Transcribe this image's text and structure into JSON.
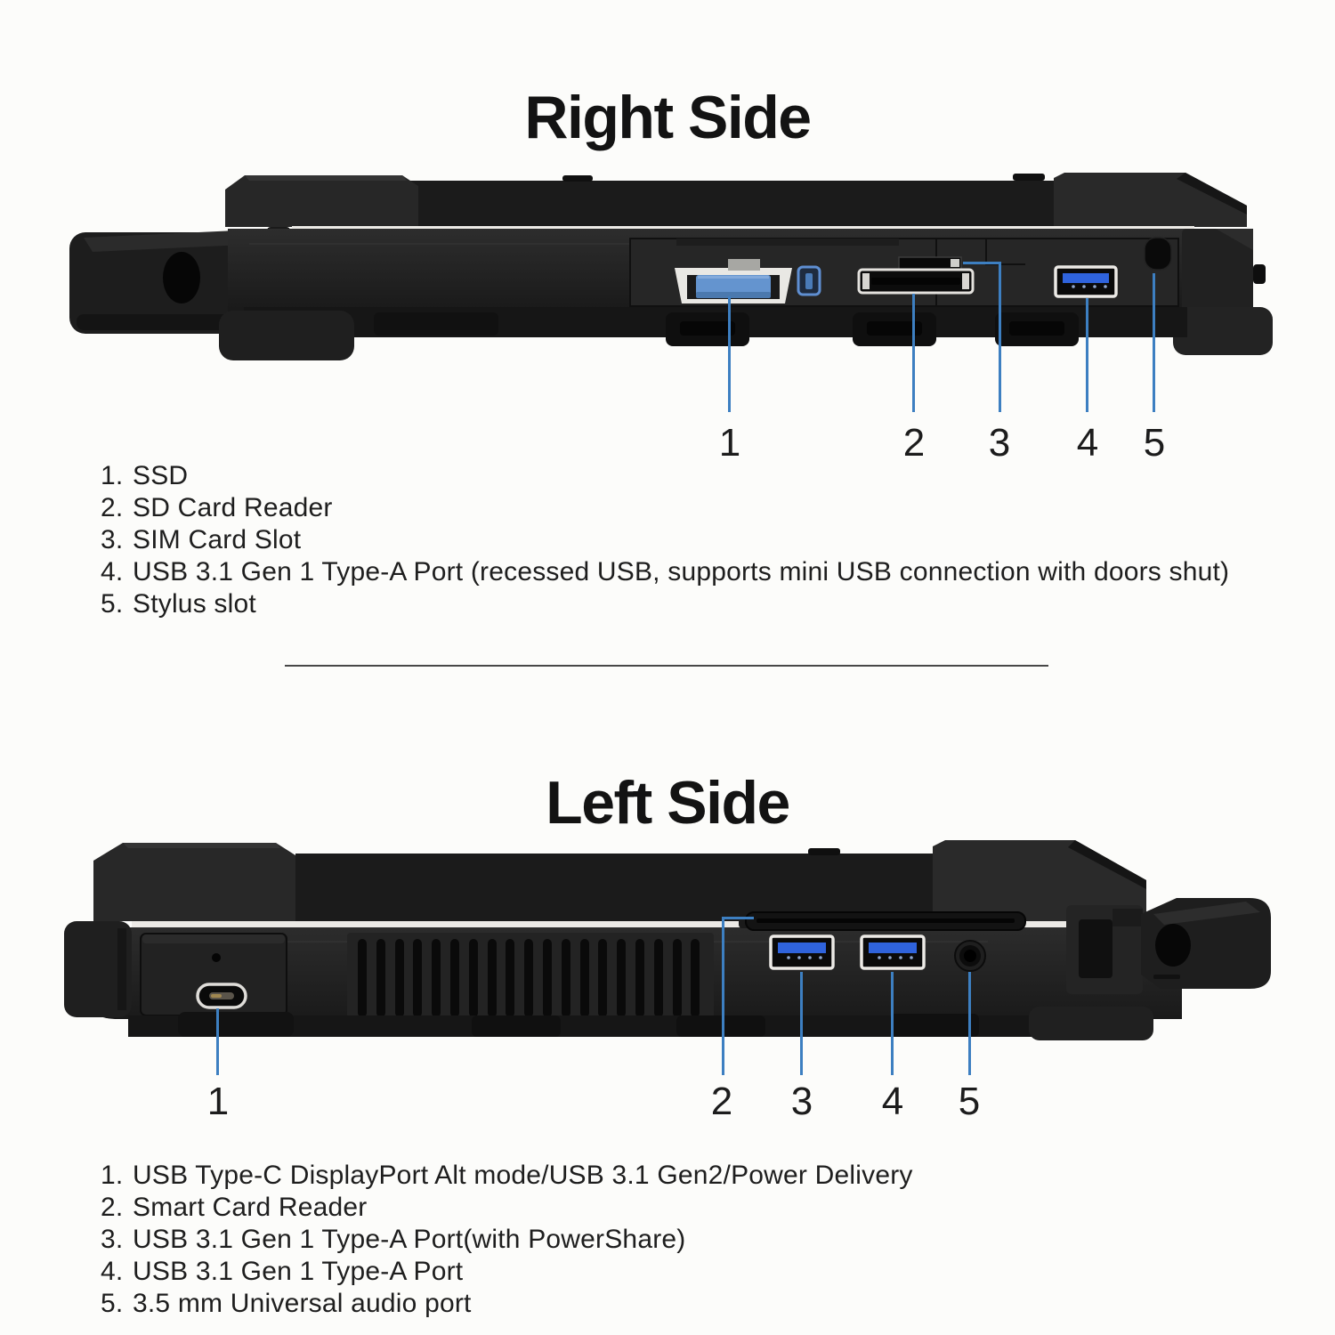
{
  "page": {
    "background": "#fcfcfa",
    "callout_line_color": "#3d7fc1",
    "divider_color": "#474747",
    "usb_port_blue": "#2f63dc",
    "ssd_tab_blue": "#6494cf",
    "text_color": "#1e1e1e"
  },
  "right_side": {
    "title": "Right Side",
    "callout_numbers": [
      "1",
      "2",
      "3",
      "4",
      "5"
    ],
    "legend": [
      {
        "num": "1.",
        "text": "SSD"
      },
      {
        "num": "2.",
        "text": "SD Card Reader"
      },
      {
        "num": "3.",
        "text": "SIM Card Slot"
      },
      {
        "num": "4.",
        "text": "USB 3.1 Gen 1 Type-A Port (recessed USB, supports mini USB connection with doors shut)"
      },
      {
        "num": "5.",
        "text": "Stylus slot"
      }
    ]
  },
  "left_side": {
    "title": "Left Side",
    "callout_numbers": [
      "1",
      "2",
      "3",
      "4",
      "5"
    ],
    "legend": [
      {
        "num": "1.",
        "text": "USB Type-C DisplayPort Alt mode/USB 3.1 Gen2/Power Delivery"
      },
      {
        "num": "2.",
        "text": "Smart Card Reader"
      },
      {
        "num": "3.",
        "text": "USB 3.1 Gen 1 Type-A Port(with PowerShare)"
      },
      {
        "num": "4.",
        "text": "USB 3.1 Gen 1 Type-A Port"
      },
      {
        "num": "5.",
        "text": "3.5 mm Universal audio port"
      }
    ]
  }
}
